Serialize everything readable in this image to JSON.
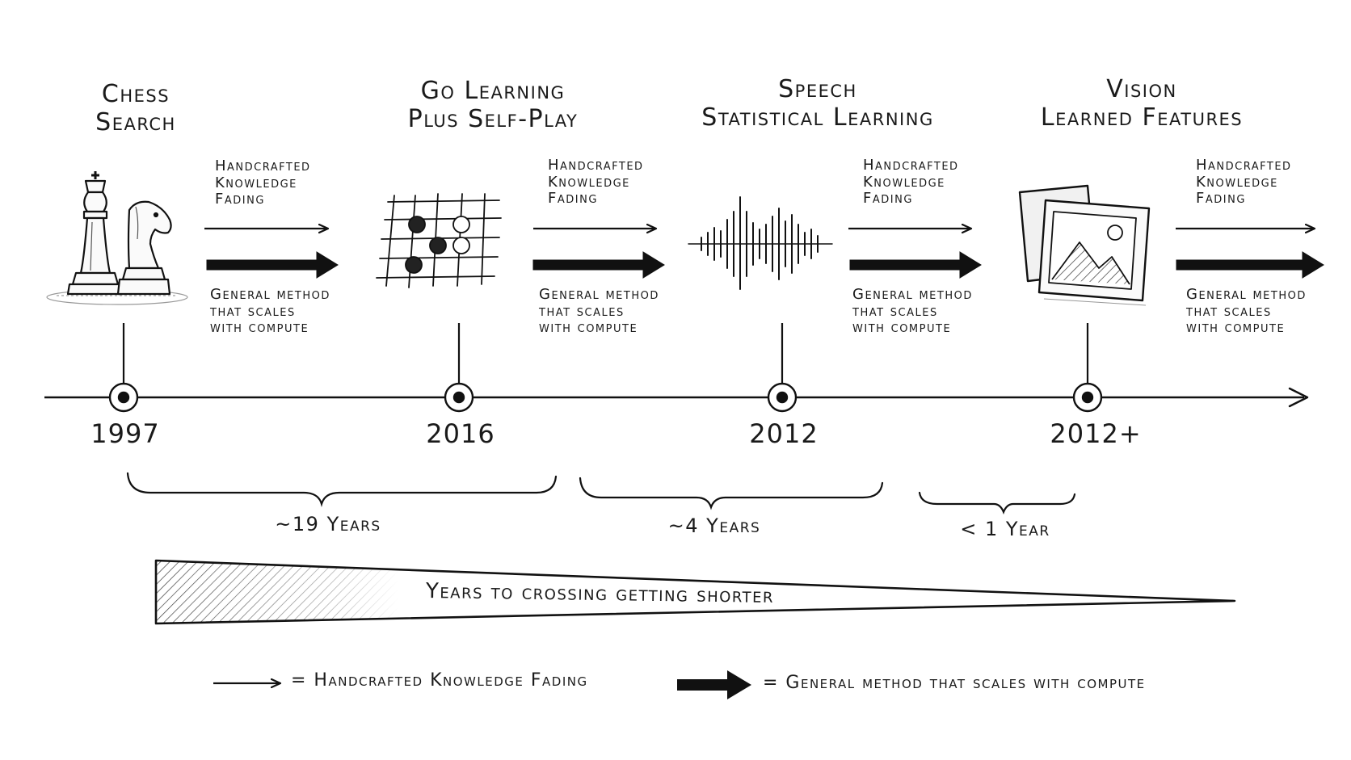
{
  "eras": [
    {
      "domain": "Chess",
      "method": "Search",
      "year": "1997",
      "icon": "chess-pieces-icon"
    },
    {
      "domain": "Go Learning",
      "method": "Plus Self-Play",
      "year": "2016",
      "icon": "go-board-icon"
    },
    {
      "domain": "Speech",
      "method": "Statistical Learning",
      "year": "2012",
      "icon": "sound-wave-icon"
    },
    {
      "domain": "Vision",
      "method": "Learned Features",
      "year": "2012+",
      "icon": "photo-frame-icon"
    }
  ],
  "transition": {
    "thin_label": [
      "Handcrafted",
      "Knowledge",
      "Fading"
    ],
    "thick_label": [
      "General method",
      "that scales",
      "with compute"
    ]
  },
  "gaps": [
    {
      "label": "~19 Years"
    },
    {
      "label": "~4 Years"
    },
    {
      "label": "< 1 Year"
    }
  ],
  "wedge": {
    "label": "Years to crossing getting shorter"
  },
  "legend": {
    "thin": "= Handcrafted Knowledge Fading",
    "thick": "= General method that scales with compute"
  }
}
